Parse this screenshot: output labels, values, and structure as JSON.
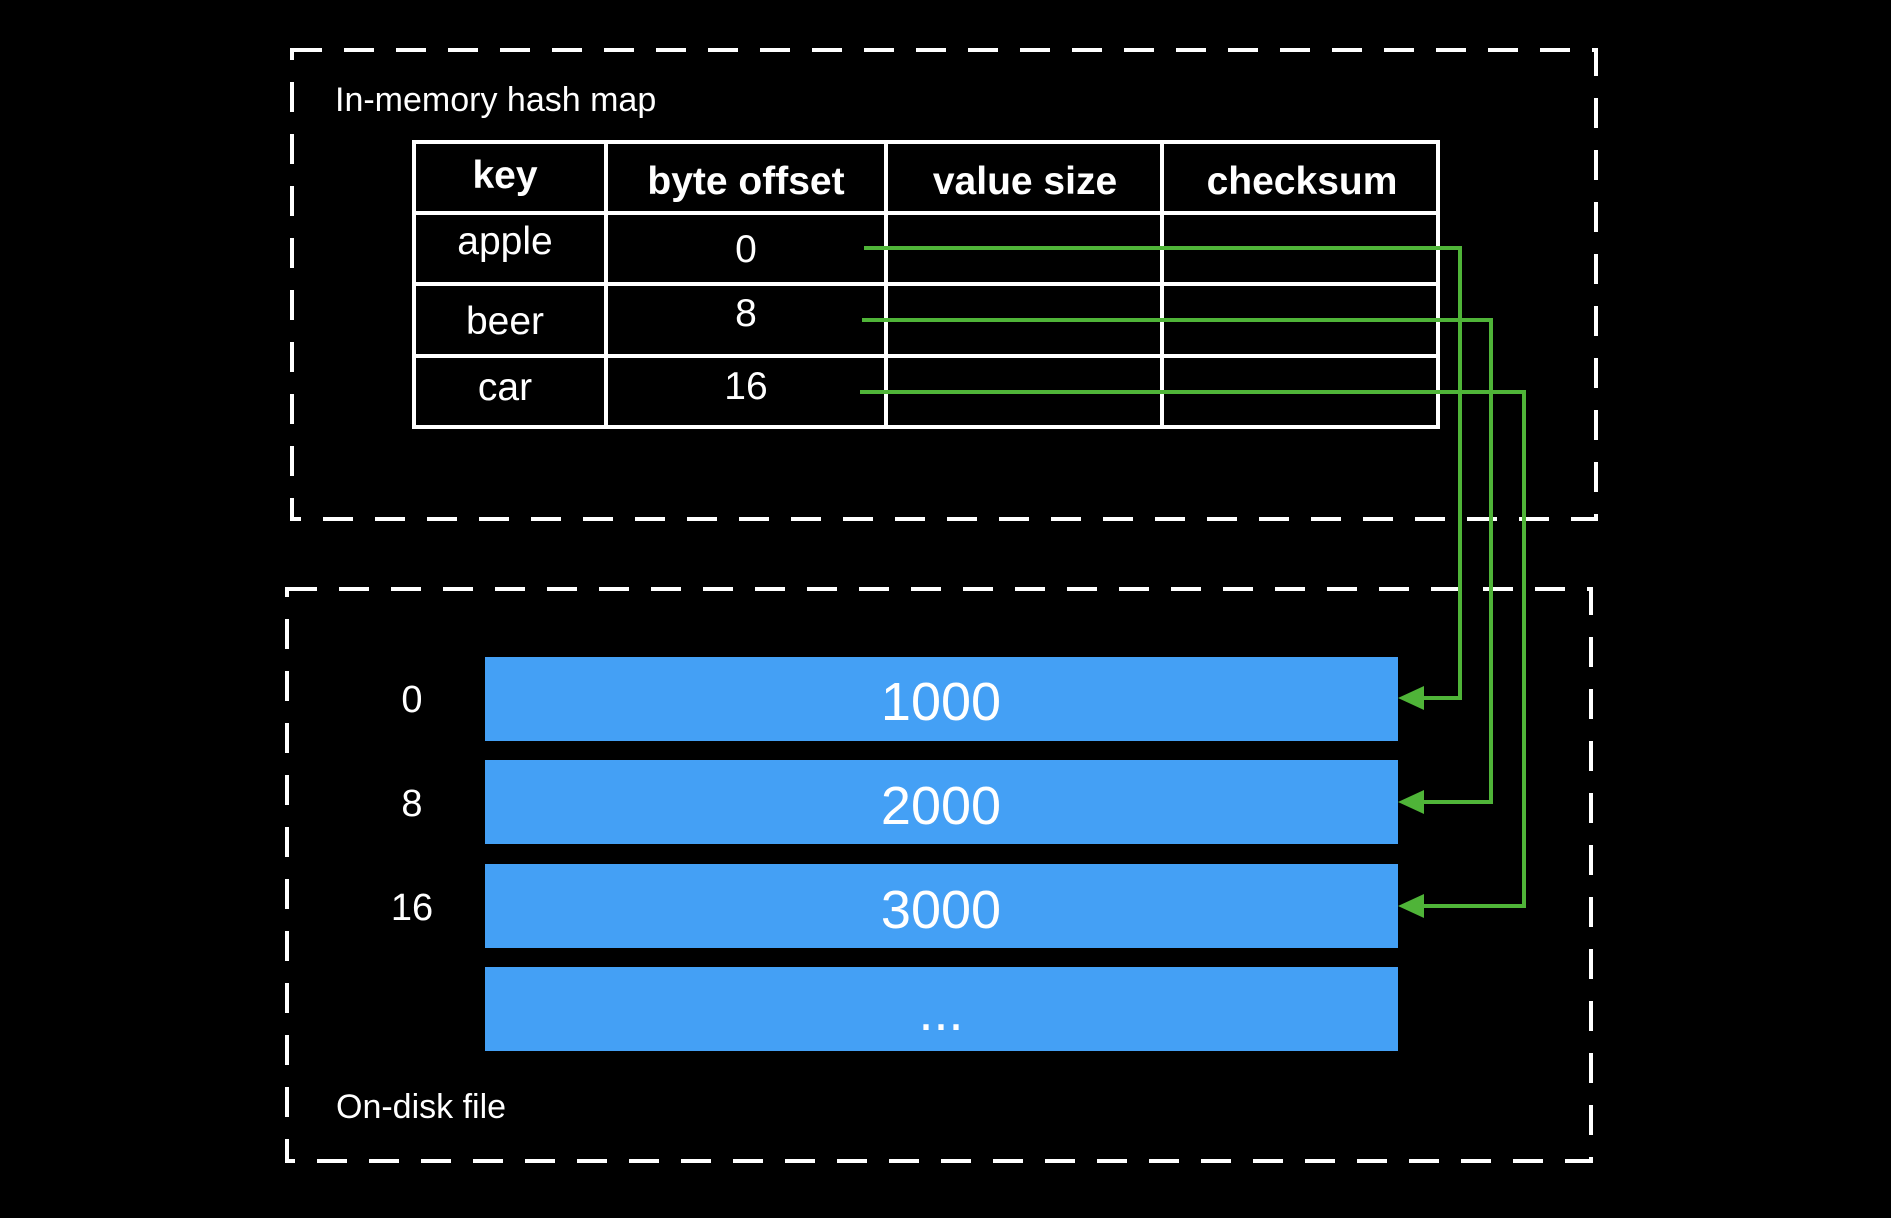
{
  "hash_map": {
    "title": "In-memory hash map",
    "columns": [
      "key",
      "byte offset",
      "value size",
      "checksum"
    ],
    "rows": [
      {
        "key": "apple",
        "byte_offset": "0",
        "value_size": "",
        "checksum": ""
      },
      {
        "key": "beer",
        "byte_offset": "8",
        "value_size": "",
        "checksum": ""
      },
      {
        "key": "car",
        "byte_offset": "16",
        "value_size": "",
        "checksum": ""
      }
    ]
  },
  "disk_file": {
    "title": "On-disk file",
    "blocks": [
      {
        "offset": "0",
        "value": "1000"
      },
      {
        "offset": "8",
        "value": "2000"
      },
      {
        "offset": "16",
        "value": "3000"
      },
      {
        "offset": "",
        "value": "..."
      }
    ]
  },
  "colors": {
    "background": "#000000",
    "foreground": "#ffffff",
    "block_fill": "#44a0f5",
    "pointer_arrow": "#4fb438"
  }
}
